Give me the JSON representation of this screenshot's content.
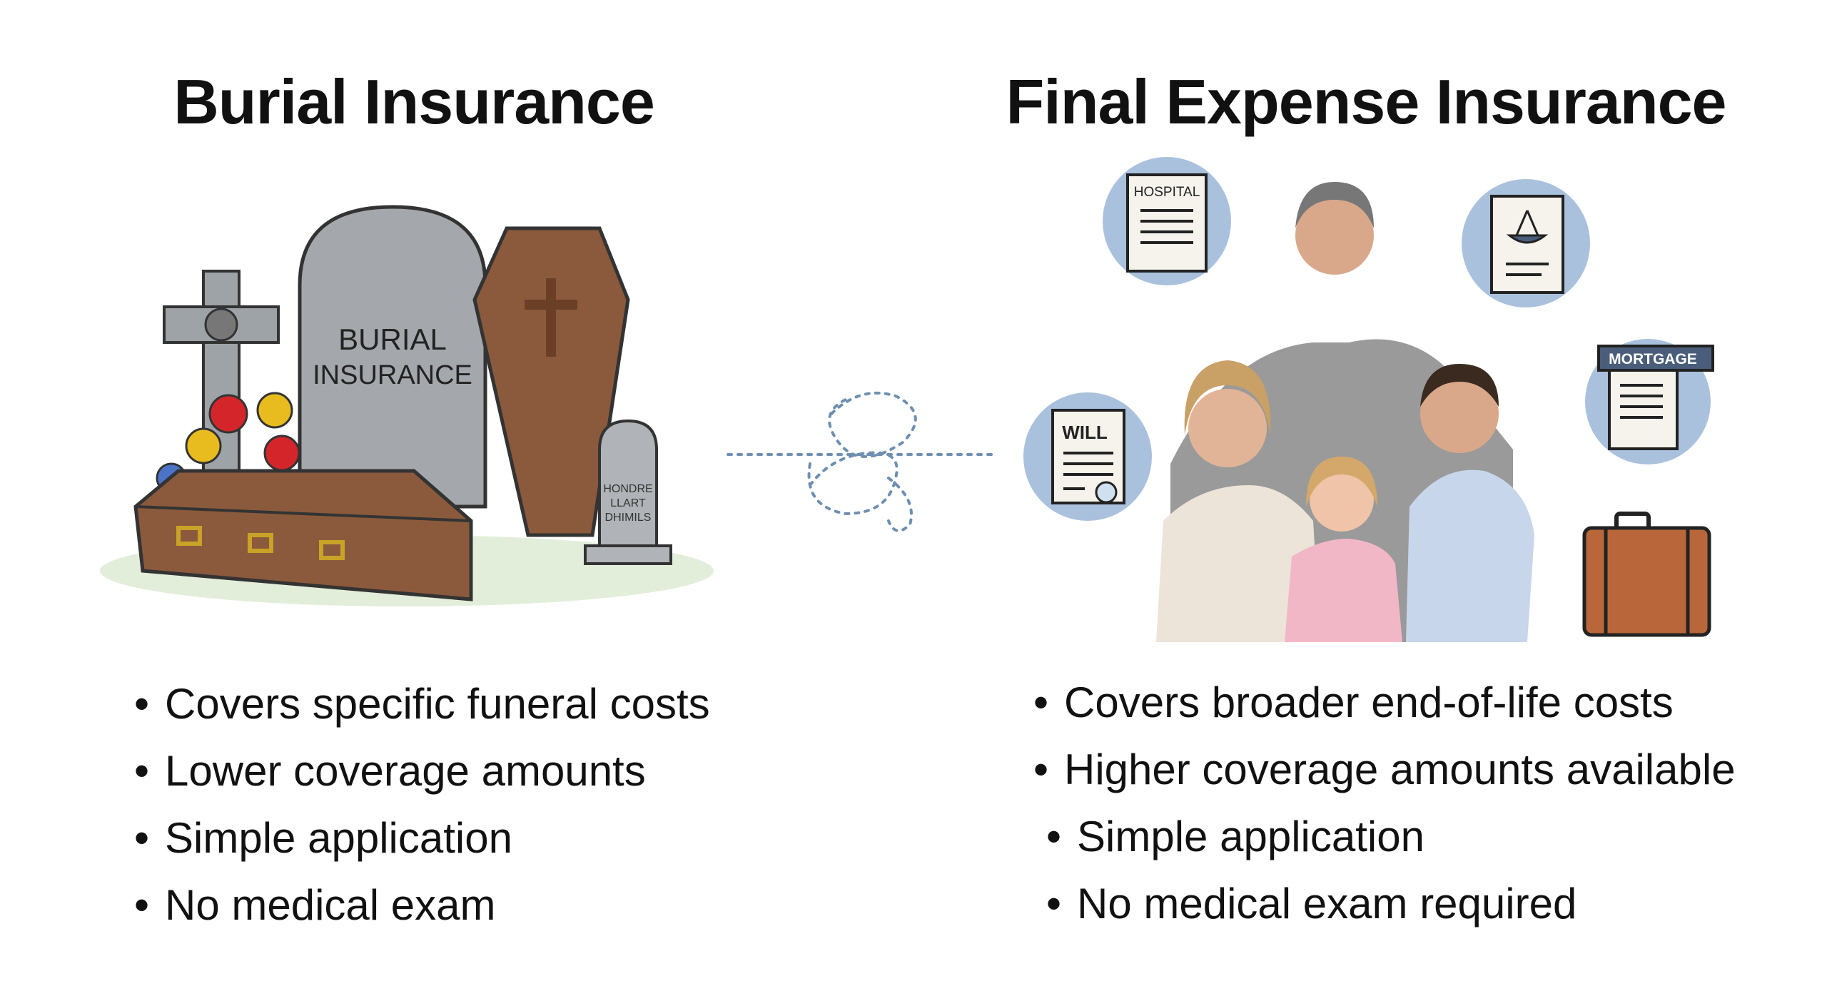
{
  "left": {
    "title": "Burial Insurance",
    "tombstone_text": [
      "BURIAL",
      "INSURANCE"
    ],
    "small_stone_text": [
      "HONDRE",
      "LLART",
      "DHIMILS"
    ],
    "bullets": [
      "Covers specific funeral costs",
      "Lower coverage amounts",
      "Simple application",
      "No medical exam"
    ]
  },
  "right": {
    "title": "Final Expense Insurance",
    "icons": {
      "hospital": "HOSPITAL",
      "will": "WILL",
      "mortgage": "MORTGAGE"
    },
    "bullets": [
      "Covers broader end-of-life costs",
      "Higher coverage amounts available",
      "Simple application",
      "No medical exam required"
    ]
  },
  "colors": {
    "icon_circle": "#a9c1dc",
    "connector": "#6f8fb0",
    "wood": "#8b5a3c",
    "stone": "#a4a8ad",
    "suitcase": "#b8663a"
  }
}
